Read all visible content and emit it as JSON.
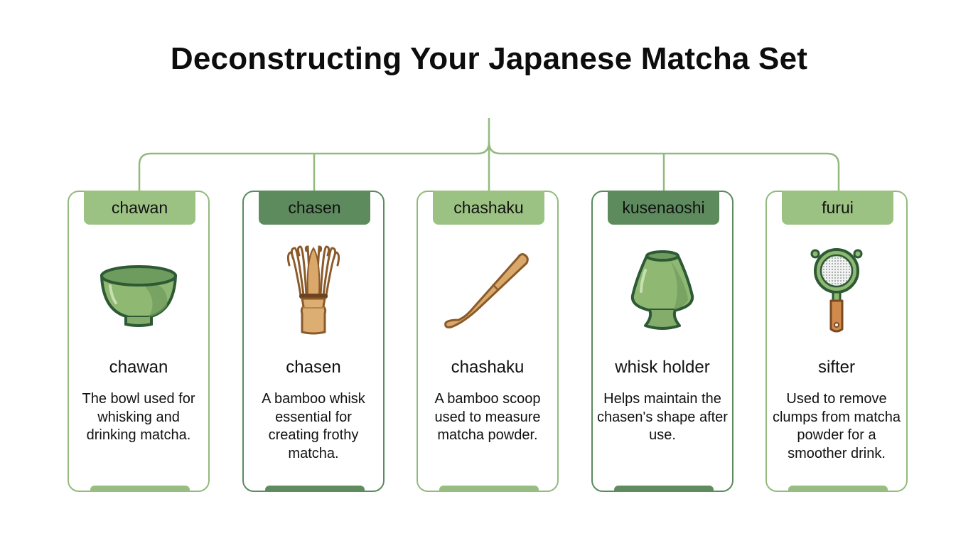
{
  "title": "Deconstructing Your Japanese Matcha Set",
  "colors": {
    "light_green": "#9cc283",
    "dark_green": "#5d8b5d",
    "connector": "#93ba7e",
    "bamboo": "#d9a86a",
    "text": "#111111"
  },
  "items": [
    {
      "label": "chawan",
      "name": "chawan",
      "description": "The bowl used for whisking and drinking matcha.",
      "icon": "bowl-icon",
      "style": "light"
    },
    {
      "label": "chasen",
      "name": "chasen",
      "description": "A bamboo whisk essential for creating frothy matcha.",
      "icon": "whisk-icon",
      "style": "dark"
    },
    {
      "label": "chashaku",
      "name": "chashaku",
      "description": "A bamboo scoop used to measure matcha powder.",
      "icon": "scoop-icon",
      "style": "light"
    },
    {
      "label": "kusenaoshi",
      "name": "whisk holder",
      "description": "Helps maintain the chasen's shape after use.",
      "icon": "whisk-holder-icon",
      "style": "dark"
    },
    {
      "label": "furui",
      "name": "sifter",
      "description": "Used to remove clumps from matcha powder for a smoother drink.",
      "icon": "sifter-icon",
      "style": "light"
    }
  ]
}
